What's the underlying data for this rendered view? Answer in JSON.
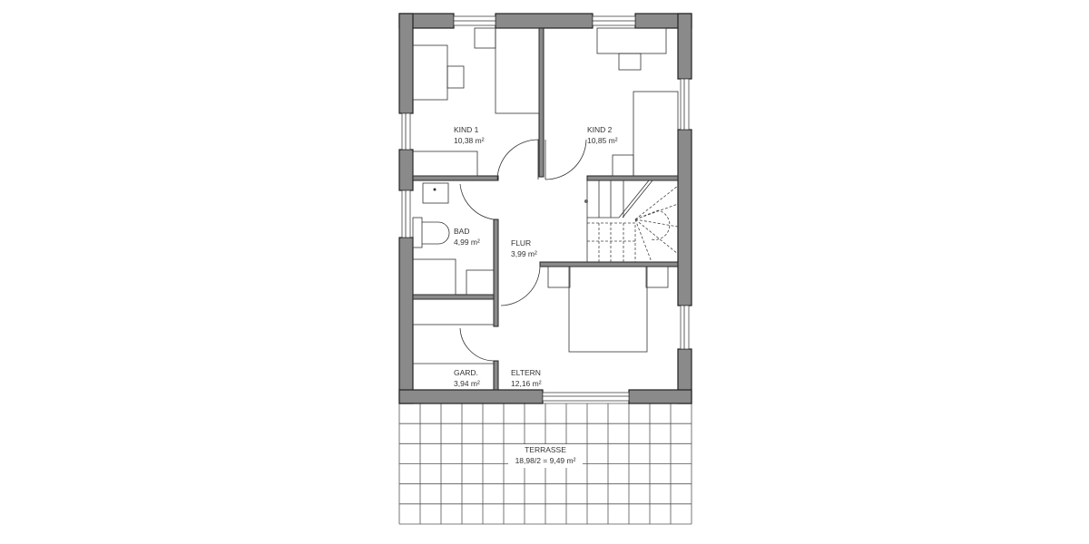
{
  "rooms": [
    {
      "name": "KIND 1",
      "area": "10,38 m²"
    },
    {
      "name": "KIND 2",
      "area": "10,85 m²"
    },
    {
      "name": "BAD",
      "area": "4,99 m²"
    },
    {
      "name": "FLUR",
      "area": "3,99 m²"
    },
    {
      "name": "GARD.",
      "area": "3,94 m²"
    },
    {
      "name": "ELTERN",
      "area": "12,16 m²"
    }
  ],
  "terrace": {
    "name": "TERRASSE",
    "area": "18,98/2 = 9,49 m²"
  },
  "colors": {
    "wall": "#8a8a8a",
    "line": "#222222"
  }
}
